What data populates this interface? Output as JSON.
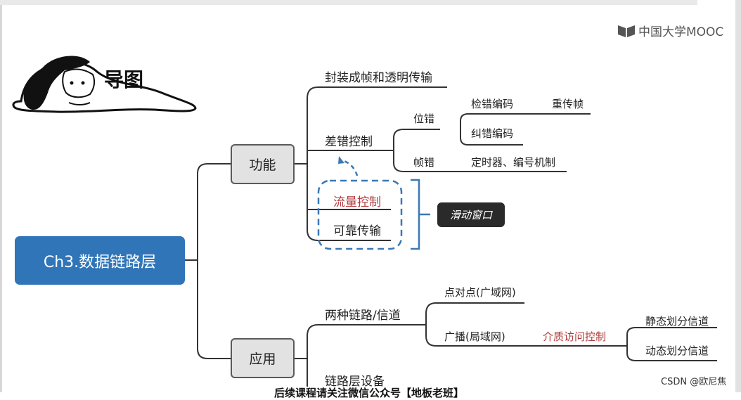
{
  "logo": {
    "text": "中国大学MOOC"
  },
  "title": "导图",
  "root": "Ch3.数据链路层",
  "func": {
    "label": "功能",
    "encapsulation": "封装成帧和透明传输",
    "error_control": {
      "label": "差错控制",
      "bit_error": "位错",
      "detect": "检错编码",
      "retransmit": "重传帧",
      "correct": "纠错编码",
      "frame_error": "帧错",
      "timer": "定时器、编号机制"
    },
    "flow_control": "流量控制",
    "reliable": "可靠传输",
    "sliding_window": "滑动窗口"
  },
  "app": {
    "label": "应用",
    "links": "两种链路/信道",
    "p2p": "点对点(广域网)",
    "broadcast": "广播(局域网)",
    "mac": "介质访问控制",
    "static": "静态划分信道",
    "dynamic": "动态划分信道",
    "devices": "链路层设备"
  },
  "footer": "后续课程请关注微信公众号【地板老班】",
  "watermark": "CSDN @欧尼焦",
  "colors": {
    "root": "#2f75b8",
    "highlight": "#b03a3a",
    "dashed": "#3a78b5"
  }
}
